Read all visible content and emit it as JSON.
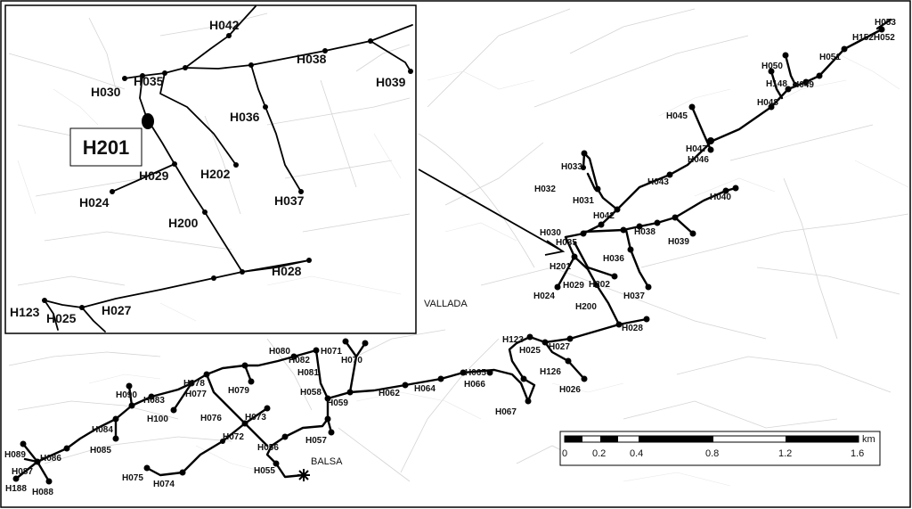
{
  "map": {
    "place_labels": [
      "VALLADA",
      "BALSA"
    ],
    "scale_bar": {
      "unit": "km",
      "ticks": [
        "0",
        "0.2",
        "0.4",
        "0.8",
        "1.2",
        "1.6"
      ]
    }
  },
  "inset": {
    "highlight_label": "H201",
    "labels": [
      "H042",
      "H038",
      "H039",
      "H030",
      "H035",
      "H036",
      "H201",
      "H029",
      "H202",
      "H024",
      "H037",
      "H200",
      "H028",
      "H123",
      "H025",
      "H027"
    ]
  },
  "nodes": [
    "H053",
    "H152H052",
    "H051",
    "H050",
    "H148",
    "H049",
    "H048",
    "H045",
    "H047",
    "H046",
    "H043",
    "H033",
    "H032",
    "H031",
    "H042",
    "H040",
    "H030",
    "H035",
    "H038",
    "H039",
    "H036",
    "H201",
    "H029",
    "H202",
    "H024",
    "H037",
    "H200",
    "H028",
    "H123",
    "H027",
    "H025",
    "H126",
    "H026",
    "H065",
    "H066",
    "H067",
    "H080",
    "H071",
    "H082",
    "H070",
    "H081",
    "H079",
    "H058",
    "H059",
    "H062",
    "H064",
    "H090",
    "H083",
    "H078",
    "H077",
    "H100",
    "H076",
    "H073",
    "H072",
    "H057",
    "H056",
    "H055",
    "H084",
    "H085",
    "H075",
    "H074",
    "H089",
    "H086",
    "H087",
    "H188",
    "H088"
  ],
  "colors": {
    "network": "#000000",
    "background_lines": "#d4d4d4",
    "frame": "#000000"
  }
}
